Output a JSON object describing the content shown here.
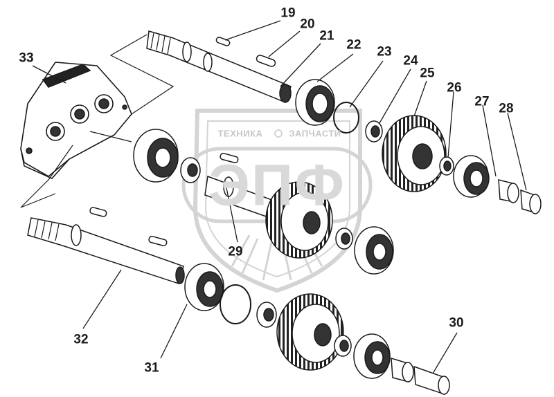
{
  "figure": {
    "part_numbers": [
      "19",
      "20",
      "21",
      "22",
      "23",
      "24",
      "25",
      "26",
      "27",
      "28",
      "29",
      "30",
      "31",
      "32",
      "33"
    ]
  },
  "watermark": {
    "line_left": "ТЕХНИКА",
    "line_right": "ЗАПЧАСТИ",
    "logo": "ЭПФ"
  },
  "colors": {
    "ink": "#1a1a1a",
    "watermark": "#cfcfcf"
  }
}
